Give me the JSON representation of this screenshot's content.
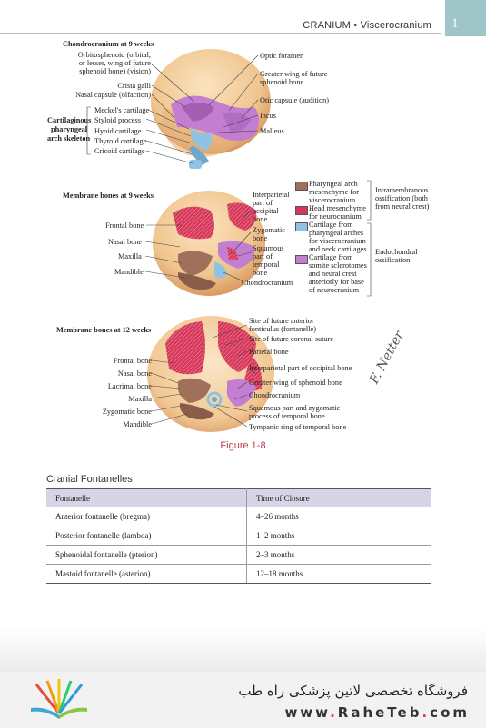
{
  "header": {
    "running_title": "CRANIUM • Viscerocranium",
    "page_number": "1"
  },
  "figure": {
    "panel1": {
      "title": "Chondrocranium at 9 weeks",
      "left_labels": [
        "Orbitosphenoid (orbital,",
        "or lesser, wing of future",
        "sphenoid bone) (vision)",
        "Crista galli",
        "Nasal capsule (olfaction)"
      ],
      "group_label": [
        "Cartilaginous",
        "pharyngeal",
        "arch skeleton"
      ],
      "arch_items": [
        "Meckel's cartilage",
        "Styloid process",
        "Hyoid cartilage",
        "Thyroid cartilage",
        "Cricoid cartilage"
      ],
      "right_labels": [
        "Optic foramen",
        "Greater wing of future",
        "sphenoid bone",
        "Otic capsule (audition)",
        "Incus",
        "Malleus"
      ]
    },
    "panel2": {
      "title": "Membrane bones at 9 weeks",
      "left_labels": [
        "Frontal bone",
        "Nasal bone",
        "Maxilla",
        "Mandible"
      ],
      "mid_labels": [
        "Interparietal",
        "part of",
        "occipital",
        "bone",
        "Zygomatic",
        "bone",
        "Squamous",
        "part of",
        "temporal",
        "bone",
        "Chondrocranium"
      ]
    },
    "legend": {
      "items": [
        {
          "color": "#a0705a",
          "lines": [
            "Pharyngeal arch",
            "mesenchyme for",
            "viscerocranium"
          ]
        },
        {
          "color": "#d6365a",
          "lines": [
            "Head mesenchyme",
            "for neurocranium"
          ]
        },
        {
          "color": "#8fc3e4",
          "lines": [
            "Cartilage from",
            "pharyngeal arches",
            "for viscerocranium",
            "and neck cartilages"
          ]
        },
        {
          "color": "#c47ed1",
          "lines": [
            "Cartilage from",
            "somite sclerotomes",
            "and neural crest",
            "anteriorly for base",
            "of neurocranium"
          ]
        }
      ],
      "groups": [
        {
          "lines": [
            "Intramembranous",
            "ossification (both",
            "from neural crest)"
          ]
        },
        {
          "lines": [
            "Endochondral",
            "ossification"
          ]
        }
      ]
    },
    "panel3": {
      "title": "Membrane bones at 12 weeks",
      "left_labels": [
        "Frontal bone",
        "Nasal bone",
        "Lacrimal bone",
        "Maxilla",
        "Zygomatic bone",
        "Mandible"
      ],
      "right_labels": [
        "Site of future anterior",
        "fonticulus (fontanelle)",
        "Site of future coronal suture",
        "Parietal bone",
        "Interparietal part of occipital bone",
        "Greater wing of sphenoid bone",
        "Chondrocranium",
        "Squamous part and zygomatic",
        "process of temporal bone",
        "Tympanic ring of temporal bone"
      ],
      "signature": "F. Netter"
    },
    "caption": "Figure 1-8",
    "colors": {
      "skin": "#f2cfa0",
      "skin_shade": "#e0a872",
      "pink": "#d6365a",
      "purple": "#c47ed1",
      "blue": "#8fc3e4",
      "brown": "#a0705a"
    }
  },
  "table": {
    "title": "Cranial Fontanelles",
    "headers": [
      "Fontanelle",
      "Time of Closure"
    ],
    "rows": [
      [
        "Anterior fontanelle (bregma)",
        "4–26 months"
      ],
      [
        "Posterior fontanelle (lambda)",
        "1–2 months"
      ],
      [
        "Sphenoidal fontanelle (pterion)",
        "2–3 months"
      ],
      [
        "Mastoid fontanelle (asterion)",
        "12–18 months"
      ]
    ]
  },
  "footer": {
    "persian_text": "فروشگاه تخصصی لاتین پزشکی راه طب",
    "url_prefix": "www",
    "url_name": "RaheTeb",
    "url_tld": "com"
  }
}
